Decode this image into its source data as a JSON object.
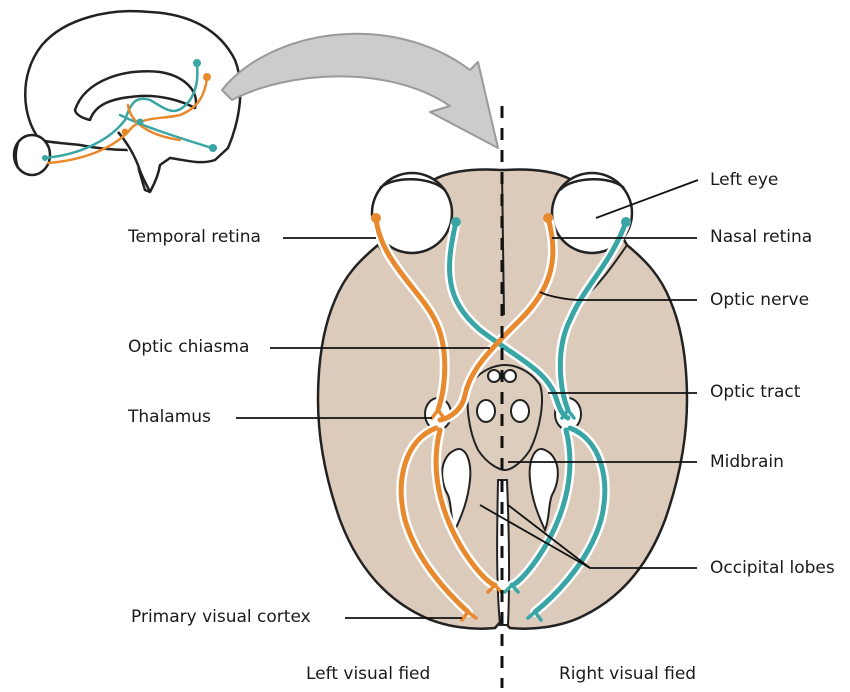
{
  "labels": {
    "temporal_retina": "Temporal retina",
    "optic_chiasma": "Optic chiasma",
    "thalamus": "Thalamus",
    "primary_visual_cortex": "Primary visual cortex",
    "left_eye": "Left eye",
    "nasal_retina": "Nasal retina",
    "optic_nerve": "Optic nerve",
    "optic_tract": "Optic tract",
    "midbrain": "Midbrain",
    "occipital_lobes": "Occipital lobes",
    "left_visual_field": "Left visual fied",
    "right_visual_field": "Right visual fied"
  },
  "colors": {
    "brain_fill": "#dccbbb",
    "outline": "#222222",
    "orange_pathway": "#e8892d",
    "teal_pathway": "#3aa5a5",
    "arrow_fill": "#cccccc",
    "arrow_stroke": "#9a9a9a"
  }
}
